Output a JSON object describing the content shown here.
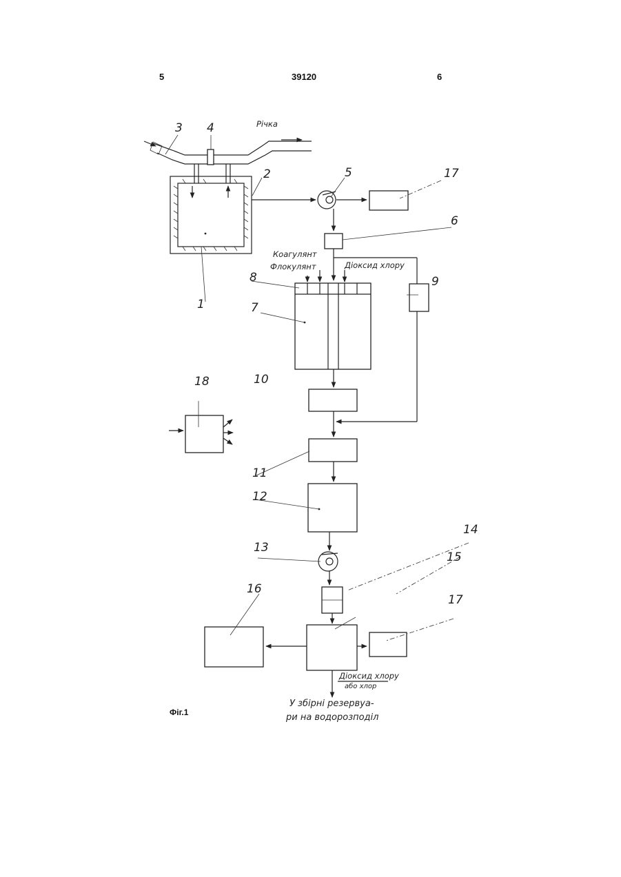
{
  "header": {
    "page_left": "5",
    "doc_number": "39120",
    "page_right": "6"
  },
  "figure": {
    "caption": "Фіг.1",
    "labels": {
      "river": "Річка",
      "coagulant": "Коагулянт",
      "flocculant": "Флокулянт",
      "chlorine_dioxide_top": "Діоксид хлору",
      "chlorine_dioxide_bottom": "Діоксид хлору",
      "or_chlorine": "або хлор",
      "outlet_line1": "У збірні резервуа-",
      "outlet_line2": "ри на водорозподіл"
    },
    "numbers": {
      "n1": "1",
      "n2": "2",
      "n3": "3",
      "n4": "4",
      "n5": "5",
      "n6": "6",
      "n7": "7",
      "n8": "8",
      "n9": "9",
      "n10": "10",
      "n11": "11",
      "n12": "12",
      "n13": "13",
      "n14": "14",
      "n15": "15",
      "n16": "16",
      "n17a": "17",
      "n17b": "17",
      "n18": "18"
    }
  }
}
